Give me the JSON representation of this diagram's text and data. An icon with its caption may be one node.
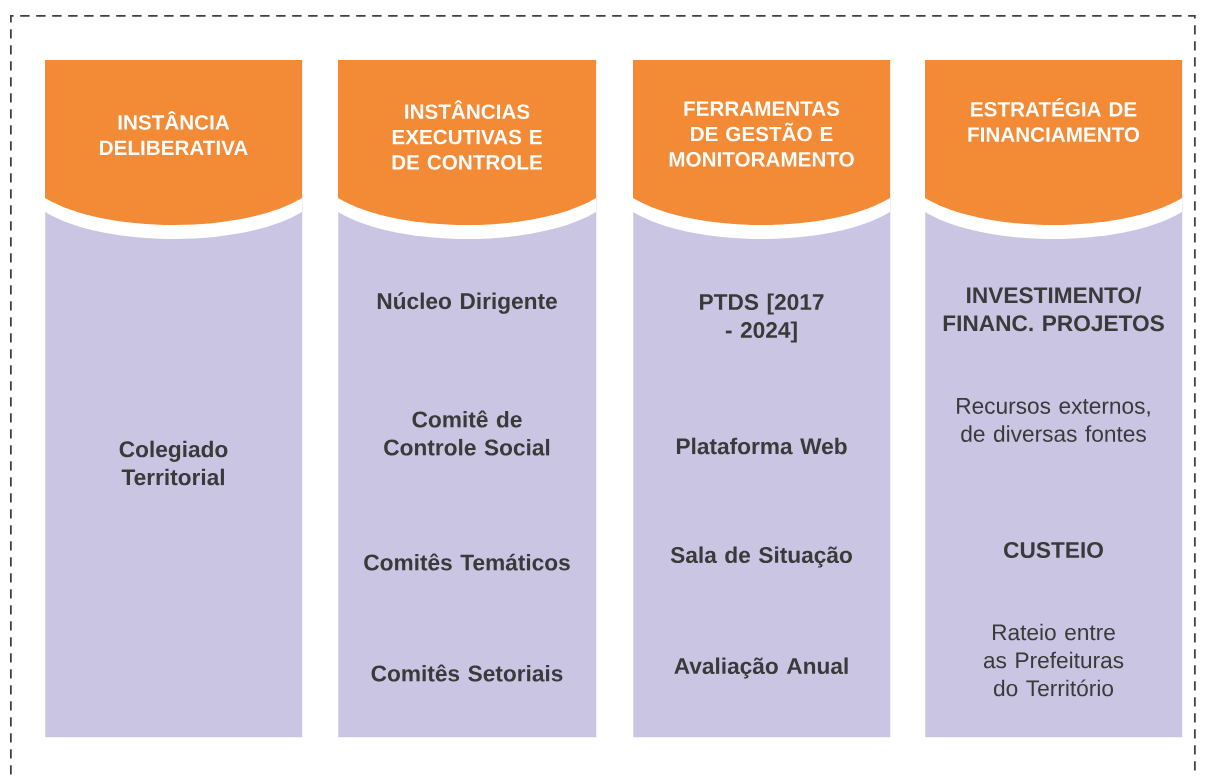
{
  "diagram": {
    "nodes": [
      {
        "text": [],
        "shape": "box"
      },
      {
        "text": [
          "INSTÂNCIA DELIBERATIVA",
          "Colegiado Territorial"
        ],
        "in": 0
      },
      {
        "text": [
          "INSTÂNCIAS EXECUTIVAS E DE CONTROLE",
          "Núcleo Dirigente",
          "Comitê de Controle Social",
          "Comitês Temáticos",
          "Comitês Setoriais"
        ],
        "in": 0
      },
      {
        "text": [
          "FERRAMENTAS DE GESTÃO E MONITORAMENTO",
          "PTDS [2017 - 2024]",
          "Plataforma Web",
          "Sala de Situação",
          "Avaliação Anual"
        ],
        "in": 0
      },
      {
        "text": [
          "ESTRATÉGIA DE FINANCIAMENTO",
          "INVESTIMENTO/ FINANC. PROJETOS",
          "Recursos externos, de diversas fontes",
          "CUSTEIO",
          "Rateio entre as Prefeituras do Território"
        ],
        "in": 0
      }
    ]
  }
}
